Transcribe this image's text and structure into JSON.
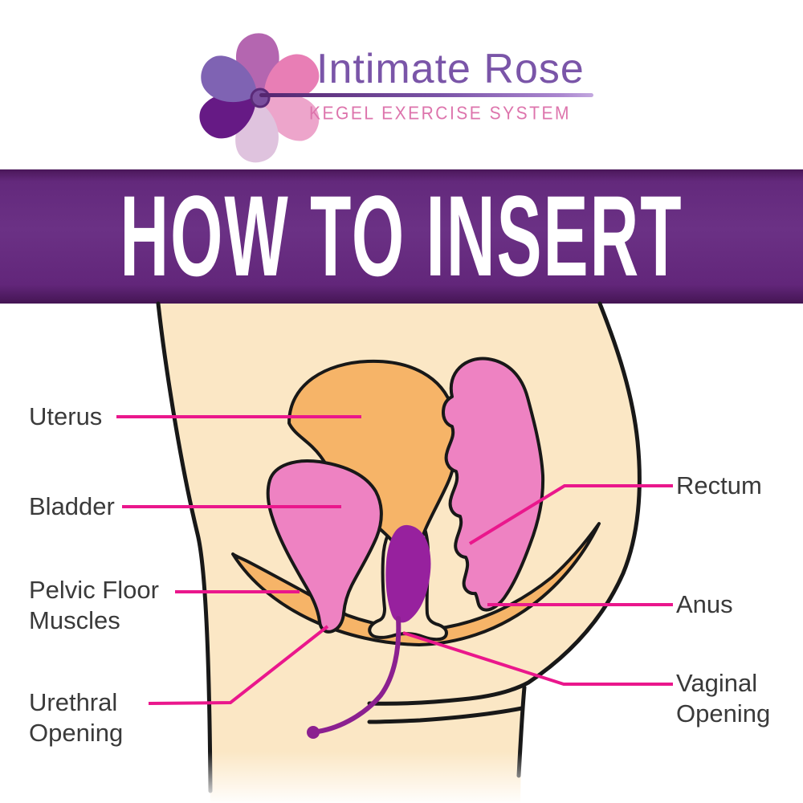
{
  "brand": {
    "name": "Intimate Rose",
    "tagline": "KEGEL EXERCISE SYSTEM",
    "name_color": "#7a55a8",
    "tagline_color": "#dd74ac",
    "logo": {
      "flower_center_color": "#7a4f9e",
      "flower_center_ring_color": "#5a2a78",
      "petal_colors": {
        "top": "#b466b0",
        "upper_right": "#e87eb5",
        "lower_right": "#eda5cb",
        "bottom": "#dfc3de",
        "lower_left": "#661a85",
        "upper_left": "#7f63b3"
      }
    }
  },
  "banner": {
    "title": "HOW TO INSERT",
    "background_color": "#662c80",
    "text_color": "#ffffff"
  },
  "diagram": {
    "labels": {
      "uterus": "Uterus",
      "bladder": "Bladder",
      "pelvic_floor_line1": "Pelvic Floor",
      "pelvic_floor_line2": "Muscles",
      "urethral_line1": "Urethral",
      "urethral_line2": "Opening",
      "rectum": "Rectum",
      "anus": "Anus",
      "vaginal_line1": "Vaginal",
      "vaginal_line2": "Opening"
    },
    "colors": {
      "skin": "#fbe7c5",
      "uterus_and_pelvic_floor": "#f6b468",
      "bladder_and_rectum": "#ee82c2",
      "kegel_device": "#97219e",
      "device_cord": "#8b2090",
      "leader_line": "#ea178c",
      "outline": "#181818",
      "label_text": "#3a3a3a"
    }
  }
}
